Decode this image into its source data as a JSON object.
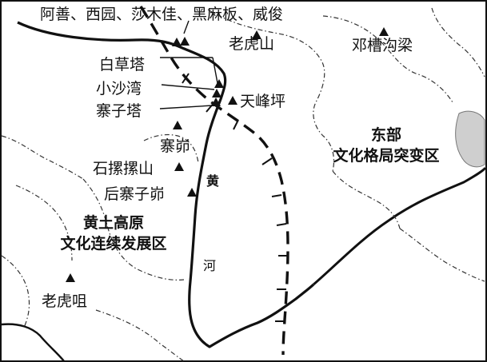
{
  "labels": {
    "top_cluster": "阿善、西园、莎木佳、黑麻板、威俊",
    "laohushan": "老虎山",
    "dengcaogouliang": "邓槽沟梁",
    "baicaota": "白草塔",
    "xiaoshawan": "小沙湾",
    "zhaizita": "寨子塔",
    "tianfengping": "天峰坪",
    "zhaimao": "寨峁",
    "shiyanliushan": "石摞摞山",
    "houzhaizimao": "后寨子峁",
    "laohuzui": "老虎咀",
    "river_huang": "黄",
    "river_he": "河"
  },
  "regions": {
    "loess_line1": "黄土高原",
    "loess_line2": "文化连续发展区",
    "east_line1": "东部",
    "east_line2": "文化格局突变区"
  },
  "colors": {
    "ink": "#111111",
    "lake": "#cfcfcf"
  },
  "icons": {
    "site_marker": "triangle-icon"
  }
}
